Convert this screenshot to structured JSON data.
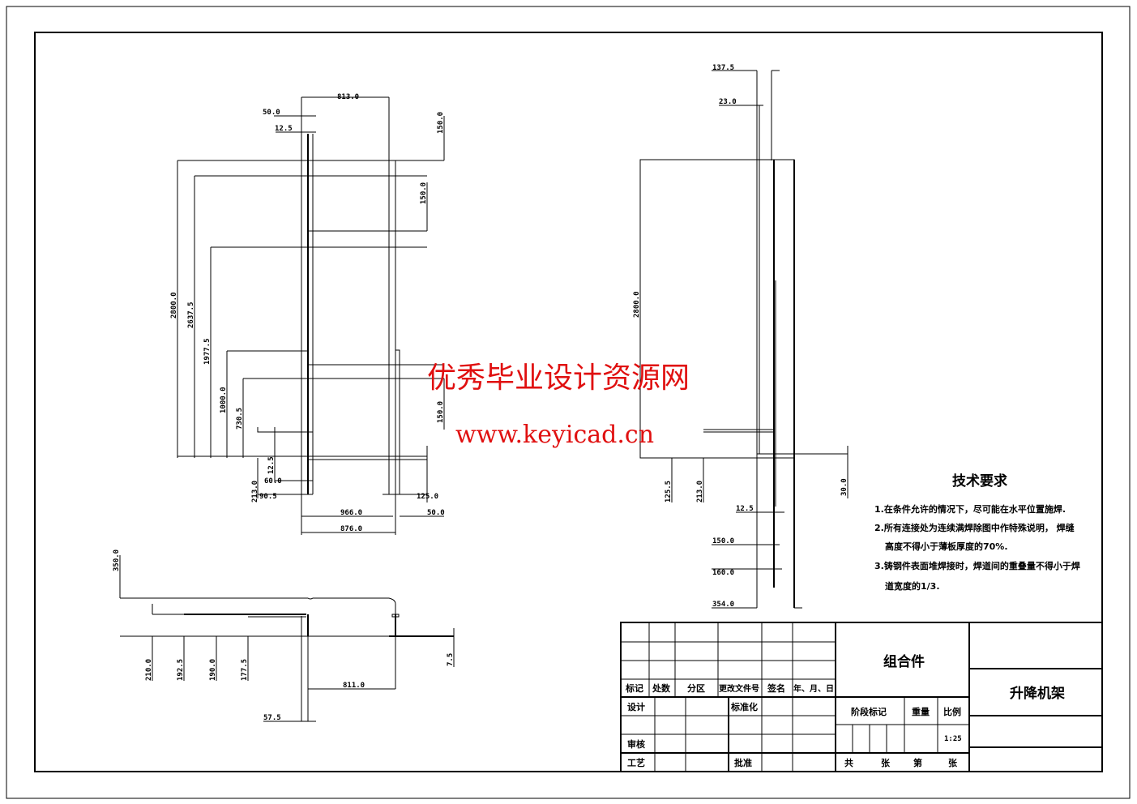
{
  "front_view": {
    "dims": {
      "w813": "813.0",
      "d50a": "50.0",
      "d125a": "12.5",
      "h150a": "150.0",
      "h150b": "150.0",
      "h2800": "2800.0",
      "h2637": "2637.5",
      "h1977": "1977.5",
      "h1000": "1000.0",
      "h730": "730.5",
      "h150c": "150.0",
      "d125b": "12.5",
      "d60": "60.0",
      "d213": "213.0",
      "d905": "90.5",
      "d125c": "125.0",
      "w966": "966.0",
      "w876": "876.0",
      "d50b": "50.0"
    }
  },
  "side_view": {
    "dims": {
      "d1375": "137.5",
      "d23": "23.0",
      "h2800": "2800.0",
      "d1255": "125.5",
      "d213": "213.0",
      "d125": "12.5",
      "d30": "30.0",
      "d150": "150.0",
      "d160": "160.0",
      "d354": "354.0"
    }
  },
  "top_view": {
    "dims": {
      "d350": "350.0",
      "d210": "210.0",
      "d1925": "192.5",
      "d190": "190.0",
      "d1775": "177.5",
      "w811": "811.0",
      "d575": "57.5",
      "d75": "7.5"
    }
  },
  "watermark": {
    "title": "优秀毕业设计资源网",
    "url": "www.keyicad.cn",
    "color": "#e01010"
  },
  "technical_requirements": {
    "heading": "技术要求",
    "lines": [
      "1.在条件允许的情况下，尽可能在水平位置施焊.",
      "2.所有连接处为连续满焊除图中作特殊说明， 焊缝",
      "高度不得小于薄板厚度的70%.",
      "3.铸钢件表面堆焊接时，焊道间的重叠量不得小于焊",
      "道宽度的1/3."
    ]
  },
  "title_block": {
    "headers": [
      "标记",
      "处数",
      "分区",
      "更改文件号",
      "签名",
      "年、月、日"
    ],
    "design": "设计",
    "standardization": "标准化",
    "review": "审核",
    "process": "工艺",
    "approve": "批准",
    "part_type": "组合件",
    "stage_mark": "阶段标记",
    "weight": "重量",
    "scale_label": "比例",
    "scale_value": "1:25",
    "sheets_total": "共",
    "sheets_unit1": "张",
    "sheet_no": "第",
    "sheets_unit2": "张",
    "drawing_name": "升降机架"
  }
}
